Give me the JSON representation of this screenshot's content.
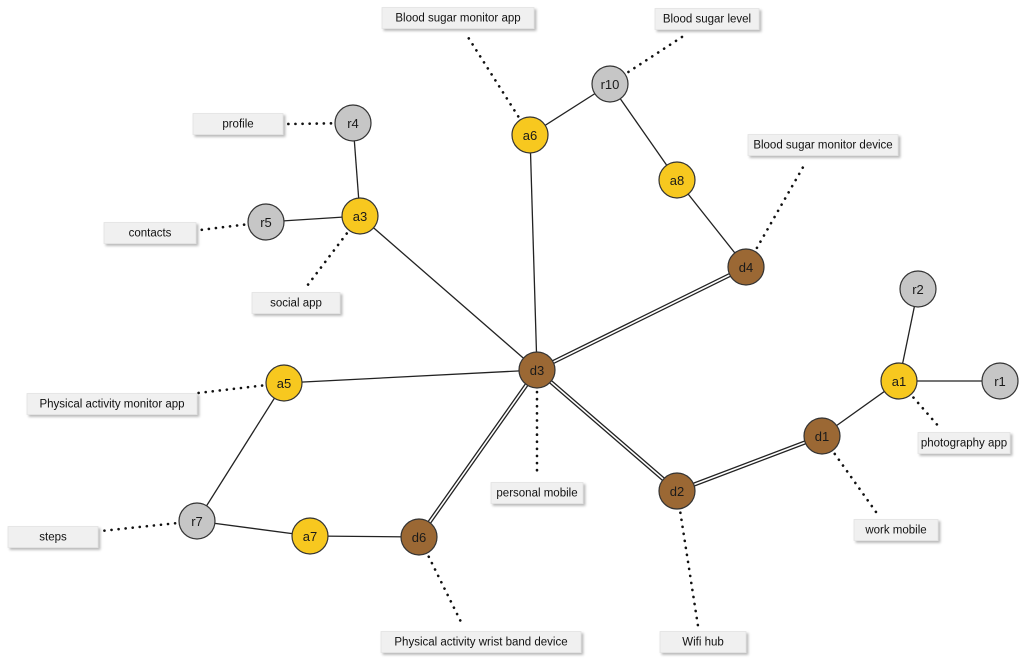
{
  "colors": {
    "device": "#9b6834",
    "app": "#f7c81f",
    "resource": "#c6c6c6"
  },
  "nodes": [
    {
      "id": "d3",
      "kind": "device"
    },
    {
      "id": "d4",
      "kind": "device"
    },
    {
      "id": "d2",
      "kind": "device"
    },
    {
      "id": "d1",
      "kind": "device"
    },
    {
      "id": "d6",
      "kind": "device"
    },
    {
      "id": "a1",
      "kind": "app"
    },
    {
      "id": "a3",
      "kind": "app"
    },
    {
      "id": "a5",
      "kind": "app"
    },
    {
      "id": "a6",
      "kind": "app"
    },
    {
      "id": "a7",
      "kind": "app"
    },
    {
      "id": "a8",
      "kind": "app"
    },
    {
      "id": "r1",
      "kind": "resource"
    },
    {
      "id": "r2",
      "kind": "resource"
    },
    {
      "id": "r4",
      "kind": "resource"
    },
    {
      "id": "r5",
      "kind": "resource"
    },
    {
      "id": "r7",
      "kind": "resource"
    },
    {
      "id": "r10",
      "kind": "resource"
    }
  ],
  "edges": [
    {
      "from": "d3",
      "to": "a3",
      "style": "single"
    },
    {
      "from": "d3",
      "to": "a6",
      "style": "single"
    },
    {
      "from": "d3",
      "to": "a5",
      "style": "single"
    },
    {
      "from": "d3",
      "to": "d4",
      "style": "double"
    },
    {
      "from": "d3",
      "to": "d2",
      "style": "double"
    },
    {
      "from": "d3",
      "to": "d6",
      "style": "double"
    },
    {
      "from": "d2",
      "to": "d1",
      "style": "double"
    },
    {
      "from": "d1",
      "to": "a1",
      "style": "single"
    },
    {
      "from": "a1",
      "to": "r1",
      "style": "single"
    },
    {
      "from": "a1",
      "to": "r2",
      "style": "single"
    },
    {
      "from": "a3",
      "to": "r4",
      "style": "single"
    },
    {
      "from": "a3",
      "to": "r5",
      "style": "single"
    },
    {
      "from": "a6",
      "to": "r10",
      "style": "single"
    },
    {
      "from": "r10",
      "to": "a8",
      "style": "single"
    },
    {
      "from": "a8",
      "to": "d4",
      "style": "single"
    },
    {
      "from": "a5",
      "to": "r7",
      "style": "single"
    },
    {
      "from": "r7",
      "to": "a7",
      "style": "single"
    },
    {
      "from": "a7",
      "to": "d6",
      "style": "single"
    }
  ],
  "labels": [
    {
      "target": "a6",
      "text": "Blood sugar monitor app"
    },
    {
      "target": "r10",
      "text": "Blood sugar level"
    },
    {
      "target": "r4",
      "text": "profile"
    },
    {
      "target": "d4",
      "text": "Blood sugar monitor device"
    },
    {
      "target": "r5",
      "text": "contacts"
    },
    {
      "target": "a3",
      "text": "social app"
    },
    {
      "target": "a5",
      "text": "Physical activity monitor app"
    },
    {
      "target": "a1",
      "text": "photography app"
    },
    {
      "target": "d3",
      "text": "personal mobile"
    },
    {
      "target": "d1",
      "text": "work mobile"
    },
    {
      "target": "r7",
      "text": "steps"
    },
    {
      "target": "d6",
      "text": "Physical activity wrist band device"
    },
    {
      "target": "d2",
      "text": "Wifi hub"
    }
  ]
}
